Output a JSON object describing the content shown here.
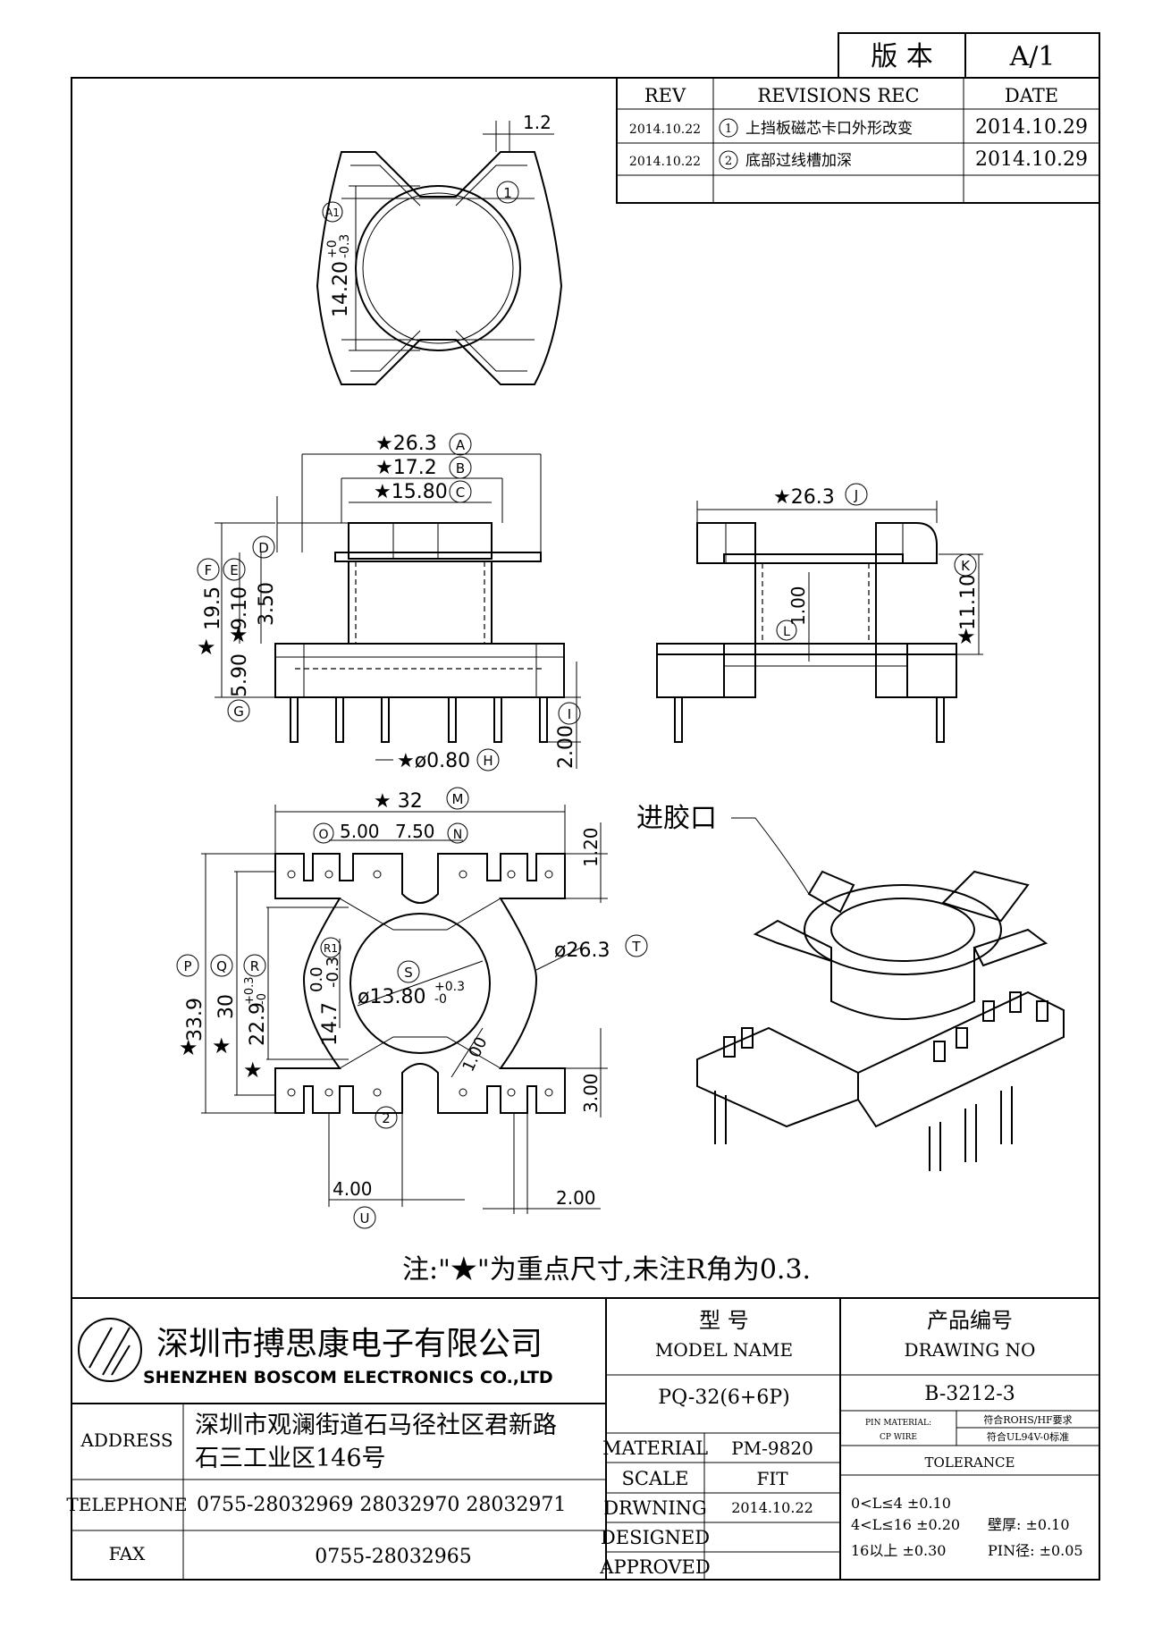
{
  "version_box": {
    "label": "版 本",
    "value": "A/1"
  },
  "revisions": {
    "headers": [
      "REV",
      "REVISIONS REC",
      "DATE"
    ],
    "rows": [
      {
        "rev": "2014.10.22",
        "mark": "1",
        "desc": "上挡板磁芯卡口外形改变",
        "date": "2014.10.29"
      },
      {
        "rev": "2014.10.22",
        "mark": "2",
        "desc": "底部过线槽加深",
        "date": "2014.10.29"
      }
    ]
  },
  "drawing": {
    "top_view": {
      "dim_slot": "1.2",
      "dim_hole": "14.20",
      "tol_hole_plus": "+0",
      "tol_hole_minus": "-0.3",
      "ref_a1": "A1",
      "mark1": "1"
    },
    "front_view": {
      "dim_a": "★26.3",
      "ref_a": "A",
      "dim_b": "★17.2",
      "ref_b": "B",
      "dim_c": "★15.80",
      "ref_c": "C",
      "ref_d": "D",
      "ref_e": "E",
      "ref_f": "F",
      "ref_g": "G",
      "dim_f": "19.5",
      "dim_e": "9.10",
      "dim_350": "3.50",
      "dim_590": "5.90",
      "dim_h": "★ø0.80",
      "ref_h": "H",
      "dim_i": "2.00",
      "ref_i": "I",
      "star": "★"
    },
    "side_view": {
      "dim_j": "★26.3",
      "ref_j": "J",
      "dim_l": "1.00",
      "ref_l": "L",
      "dim_k": "11.10",
      "ref_k": "K",
      "star": "★"
    },
    "bottom_view": {
      "dim_m": "★ 32",
      "ref_m": "M",
      "ref_o": "O",
      "dim_o": "5.00",
      "dim_n": "7.50",
      "ref_n": "N",
      "dim_120": "1.20",
      "dim_t": "ø26.3",
      "ref_t": "T",
      "ref_p": "P",
      "ref_q": "Q",
      "ref_r": "R",
      "dim_p": "33.9",
      "dim_q": "30",
      "dim_r": "22.9",
      "tol_r_plus": "+0.3",
      "tol_r_minus": "-0",
      "ref_r1": "R1",
      "tol_147_a": "0.0",
      "tol_147_b": "-0.3",
      "dim_147": "14.7",
      "ref_s": "S",
      "dim_s": "ø13.80",
      "tol_s_plus": "+0.3",
      "tol_s_minus": "-0",
      "dim_100": "1.00",
      "dim_300": "3.00",
      "mark2": "2",
      "dim_u": "4.00",
      "ref_u": "U",
      "dim_200": "2.00",
      "star": "★"
    },
    "iso_view": {
      "gate_label": "进胶口"
    },
    "note": "注:\"★\"为重点尺寸,未注R角为0.3."
  },
  "title_block": {
    "company_cn": "深圳市搏思康电子有限公司",
    "company_en": "SHENZHEN BOSCOM ELECTRONICS CO.,LTD",
    "address_label": "ADDRESS",
    "address_line1": "深圳市观澜街道石马径社区君新路",
    "address_line2": "石三工业区146号",
    "telephone_label": "TELEPHONE",
    "telephone": "0755-28032969 28032970 28032971",
    "fax_label": "FAX",
    "fax": "0755-28032965",
    "model_cn": "型    号",
    "model_en": "MODEL NAME",
    "model_value": "PQ-32(6+6P)",
    "drawing_no_cn": "产品编号",
    "drawing_no_en": "DRAWING NO",
    "drawing_no_value": "B-3212-3",
    "material_label": "MATERIAL",
    "material_value": "PM-9820",
    "scale_label": "SCALE",
    "scale_value": "FIT",
    "drawing_label": "DRWNING",
    "drawing_value": "2014.10.22",
    "designed_label": "DESIGNED",
    "approved_label": "APPROVED",
    "pin_material_label": "PIN MATERIAL:",
    "pin_material_value": "CP WIRE",
    "rohs": "符合ROHS/HF要求",
    "ul": "符合UL94V-0标准",
    "tolerance_label": "TOLERANCE",
    "tol1": "0<L≤4  ±0.10",
    "tol2": "4<L≤16 ±0.20",
    "tol3": "16以上    ±0.30",
    "wall": "壁厚:  ±0.10",
    "pin_dia": "PIN径: ±0.05"
  }
}
